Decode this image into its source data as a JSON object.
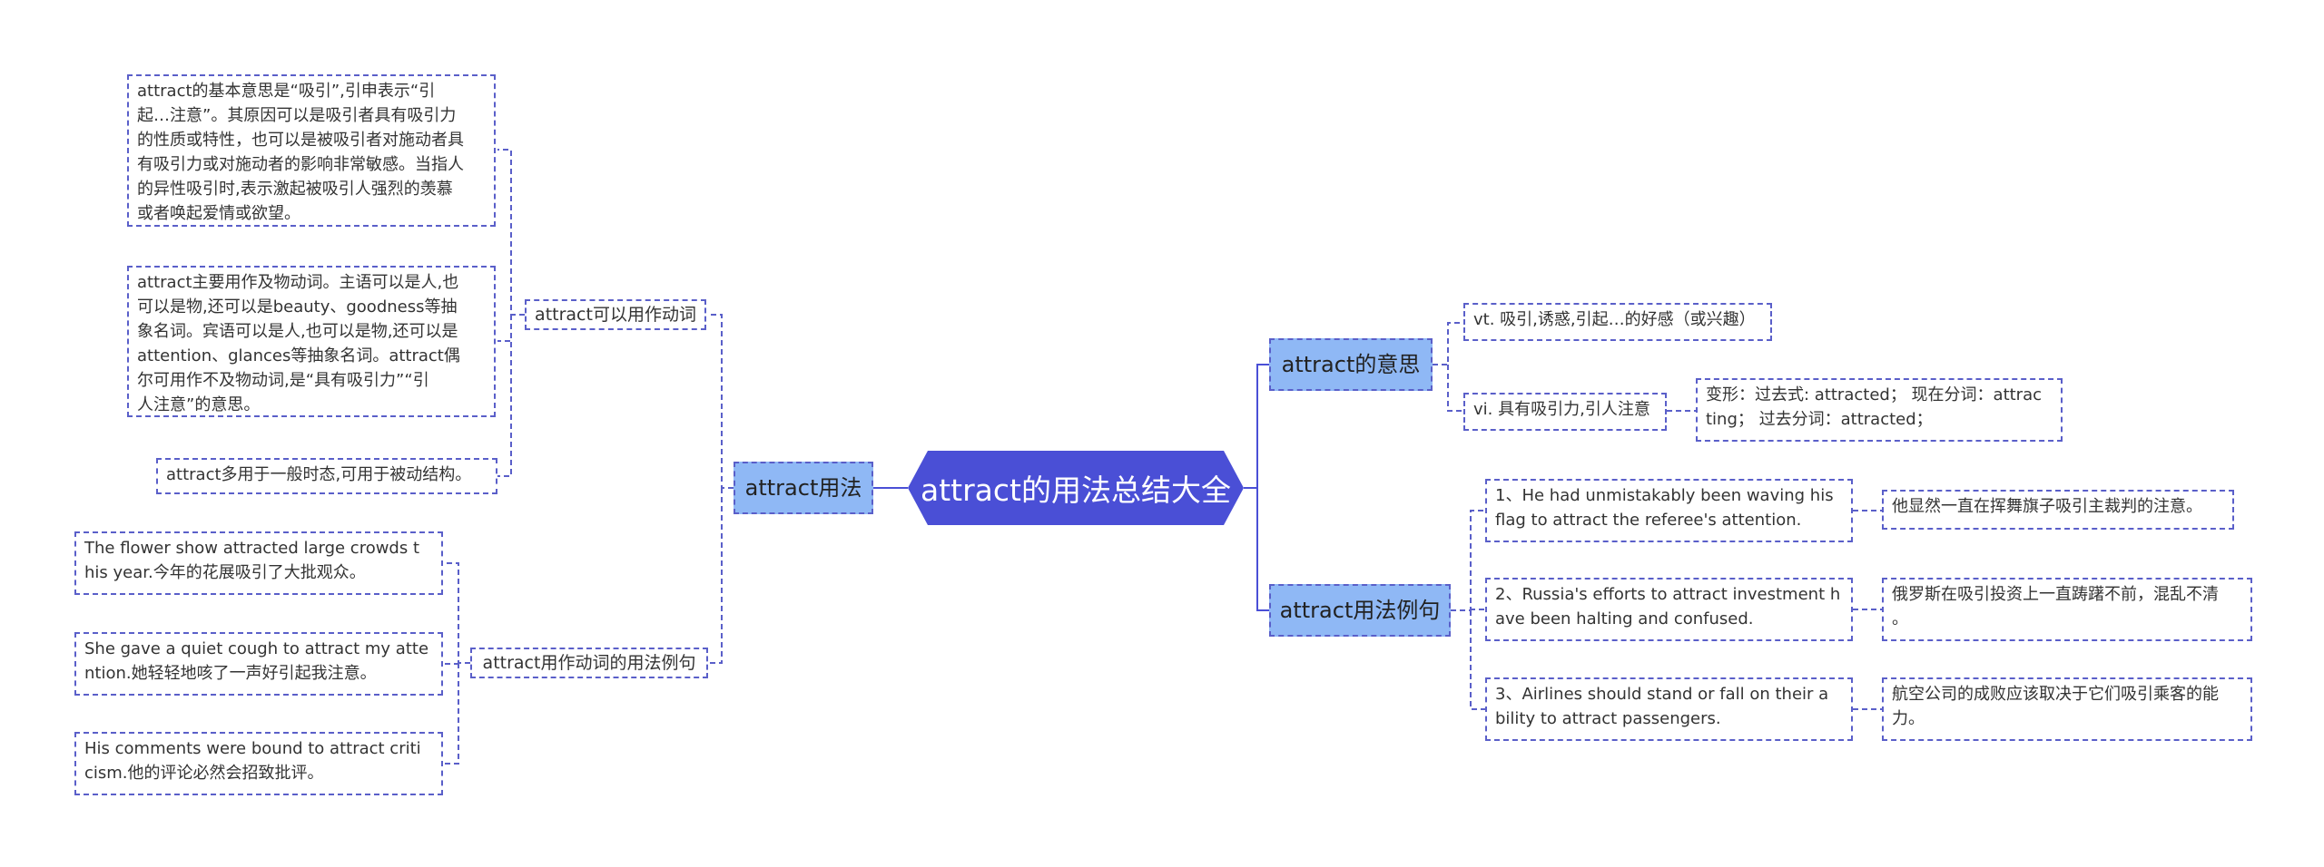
{
  "root": "attract的用法总结大全",
  "left": {
    "title": "attract用法",
    "groups": [
      {
        "label": "attract可以用作动词",
        "items": [
          "attract的基本意思是“吸引”,引申表示“引\n起…注意”。其原因可以是吸引者具有吸引力\n的性质或特性，也可以是被吸引者对施动者具\n有吸引力或对施动者的影响非常敏感。当指人\n的异性吸引时,表示激起被吸引人强烈的羡慕\n或者唤起爱情或欲望。",
          "attract主要用作及物动词。主语可以是人,也\n可以是物,还可以是beauty、goodness等抽\n象名词。宾语可以是人,也可以是物,还可以是\nattention、glances等抽象名词。attract偶\n尔可用作不及物动词,是“具有吸引力”“引\n人注意”的意思。",
          "attract多用于一般时态,可用于被动结构。"
        ]
      },
      {
        "label": "attract用作动词的用法例句",
        "items": [
          "The flower show attracted large crowds t\nhis year.今年的花展吸引了大批观众。",
          "She gave a quiet cough to attract my atte\nntion.她轻轻地咳了一声好引起我注意。",
          "His comments were bound to attract criti\ncism.他的评论必然会招致批评。"
        ]
      }
    ]
  },
  "right": {
    "meaning": {
      "title": "attract的意思",
      "items": [
        "vt. 吸引,诱惑,引起…的好感（或兴趣）",
        "vi. 具有吸引力,引人注意"
      ],
      "forms": "变形：过去式: attracted； 现在分词：attrac\nting； 过去分词：attracted；"
    },
    "examples": {
      "title": "attract用法例句",
      "items": [
        {
          "en": "1、He had unmistakably been waving his\nflag to attract the referee's attention.",
          "zh": "他显然一直在挥舞旗子吸引主裁判的注意。"
        },
        {
          "en": "2、Russia's efforts to attract investment h\nave been halting and confused.",
          "zh": "俄罗斯在吸引投资上一直踌躇不前，混乱不清\n。"
        },
        {
          "en": "3、Airlines should stand or fall on their a\nbility to attract passengers.",
          "zh": "航空公司的成败应该取决于它们吸引乘客的能\n力。"
        }
      ]
    }
  },
  "colors": {
    "root": "#4a4fd6",
    "main": "#8fb8f5",
    "border": "#5a5fc9",
    "line": "#4a4fd6"
  }
}
